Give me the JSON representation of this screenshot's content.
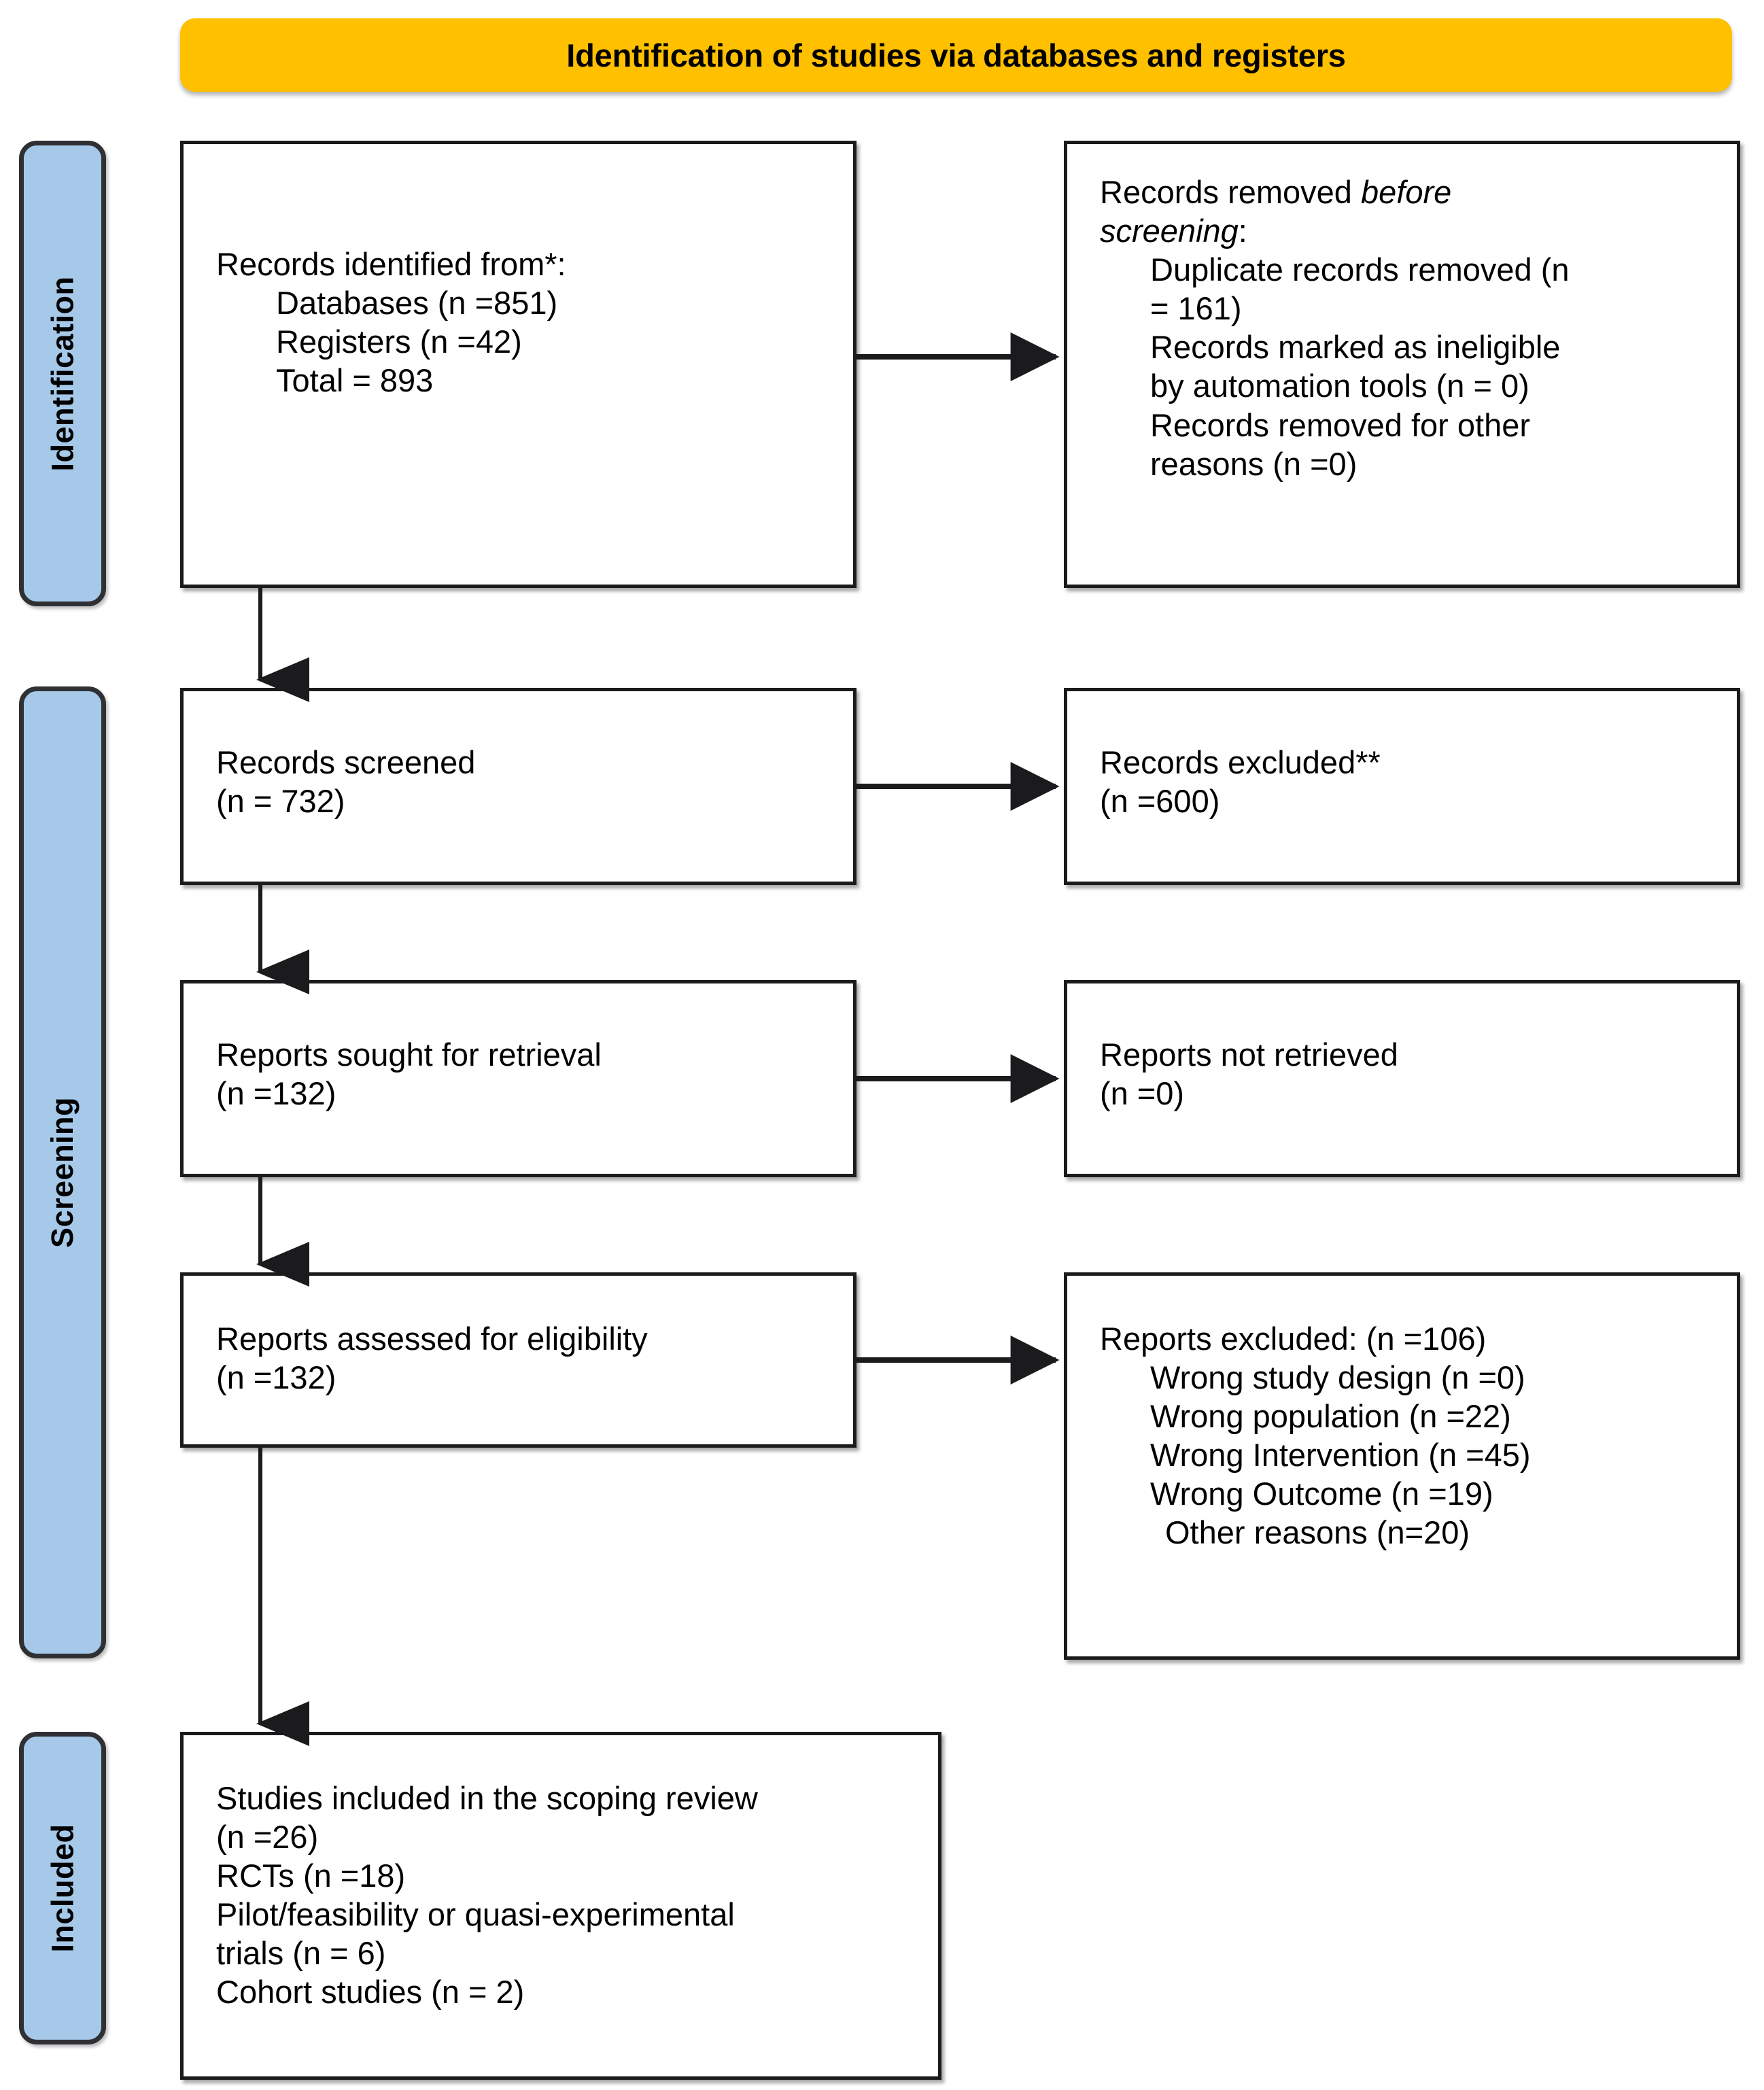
{
  "banner": {
    "title": "Identification of studies via databases and registers"
  },
  "colors": {
    "banner_fill": "#FFC000",
    "phase_fill": "#A6C9E9",
    "box_border": "#1B1B1D",
    "text": "#000000"
  },
  "phases": [
    {
      "label": "Identification"
    },
    {
      "label": "Screening"
    },
    {
      "label": "Included"
    }
  ],
  "boxes": {
    "identified": {
      "line1": "Records identified from*:",
      "line2": "Databases (n =851)",
      "line3": "Registers (n =42)",
      "line4": "Total = 893"
    },
    "removed_before_screening": {
      "line1a": "Records removed ",
      "line1b": "before",
      "line2": "screening",
      "line2b": ":",
      "line3": "Duplicate records removed (n",
      "line4": "= 161)",
      "line5": "Records marked as ineligible",
      "line6": "by automation tools (n = 0)",
      "line7": "Records removed for other",
      "line8": "reasons (n =0)"
    },
    "records_screened": {
      "line1": "Records screened",
      "line2": "(n = 732)"
    },
    "records_excluded": {
      "line1": "Records excluded**",
      "line2": "(n =600)"
    },
    "reports_sought": {
      "line1": "Reports sought for retrieval",
      "line2": "(n =132)"
    },
    "reports_not_retrieved": {
      "line1": "Reports not retrieved",
      "line2": "(n =0)"
    },
    "reports_assessed": {
      "line1": "Reports assessed for eligibility",
      "line2": "(n =132)"
    },
    "reports_excluded": {
      "line1": "Reports excluded: (n =106)",
      "line2": "Wrong study design (n =0)",
      "line3": "Wrong population (n =22)",
      "line4": "Wrong Intervention (n =45)",
      "line5": "Wrong Outcome (n =19)",
      "line6": "Other reasons (n=20)"
    },
    "studies_included": {
      "line1": "Studies included in the scoping review",
      "line2": "(n =26)",
      "line3": "RCTs (n =18)",
      "line4": "Pilot/feasibility or quasi-experimental",
      "line5": "trials (n = 6)",
      "line6": "Cohort studies (n = 2)"
    }
  },
  "flow_data": {
    "type": "prisma-flow",
    "identified": {
      "databases": 851,
      "registers": 42,
      "total": 893
    },
    "removed_before_screening": {
      "duplicates": 161,
      "automation_ineligible": 0,
      "other": 0
    },
    "screened": 732,
    "excluded_at_screening": 600,
    "sought_for_retrieval": 132,
    "not_retrieved": 0,
    "assessed_for_eligibility": 132,
    "excluded_at_eligibility": {
      "total": 106,
      "wrong_study_design": 0,
      "wrong_population": 22,
      "wrong_intervention": 45,
      "wrong_outcome": 19,
      "other_reasons": 20
    },
    "included": {
      "total": 26,
      "rcts": 18,
      "pilot_feasibility_quasi_experimental": 6,
      "cohort_studies": 2
    }
  }
}
